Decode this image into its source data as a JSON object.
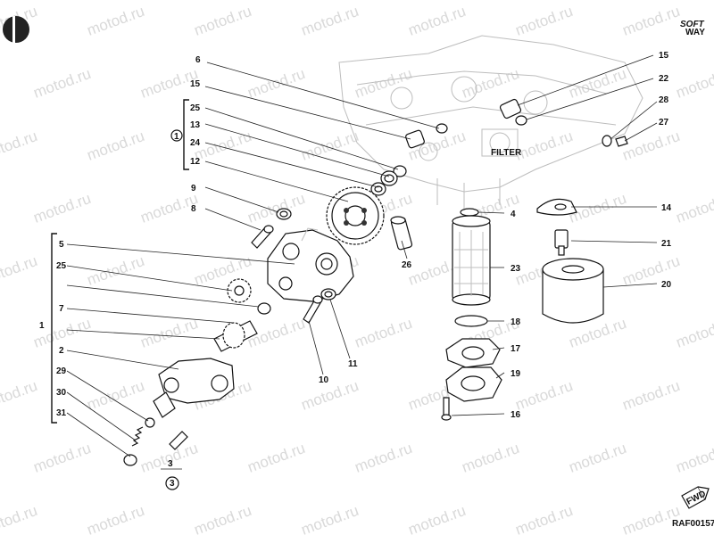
{
  "diagram": {
    "watermark_text": "motod.ru",
    "brand": {
      "line1": "SOFT",
      "line2": "WAY"
    },
    "drawing_code": "RAF00157",
    "fwd_label": "FWD",
    "filter_text": "FILTER",
    "group_refs": {
      "upper": "1",
      "lower": "3"
    },
    "callouts": {
      "c6": "6",
      "c15a": "15",
      "c25a": "25",
      "c13": "13",
      "c24": "24",
      "c12": "12",
      "c9": "9",
      "c8": "8",
      "c5": "5",
      "c25b": "25",
      "c7": "7",
      "c1": "1",
      "c2": "2",
      "c29": "29",
      "c30": "30",
      "c31": "31",
      "c3": "3",
      "c26": "26",
      "c10": "10",
      "c11": "11",
      "c4": "4",
      "c23": "23",
      "c18": "18",
      "c17": "17",
      "c19": "19",
      "c16": "16",
      "c15b": "15",
      "c22": "22",
      "c28": "28",
      "c27": "27",
      "c14": "14",
      "c21": "21",
      "c20": "20"
    }
  }
}
